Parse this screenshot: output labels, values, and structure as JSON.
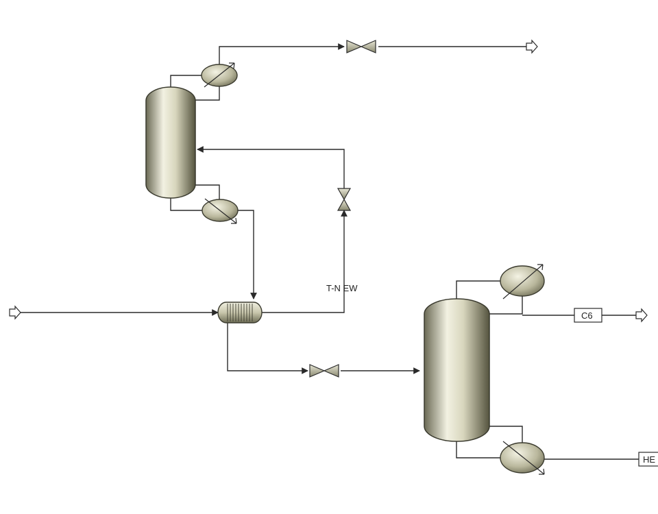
{
  "diagram": {
    "stream_labels": {
      "tnew": "T-N  EW",
      "c6": "C6",
      "he": "HE"
    }
  }
}
